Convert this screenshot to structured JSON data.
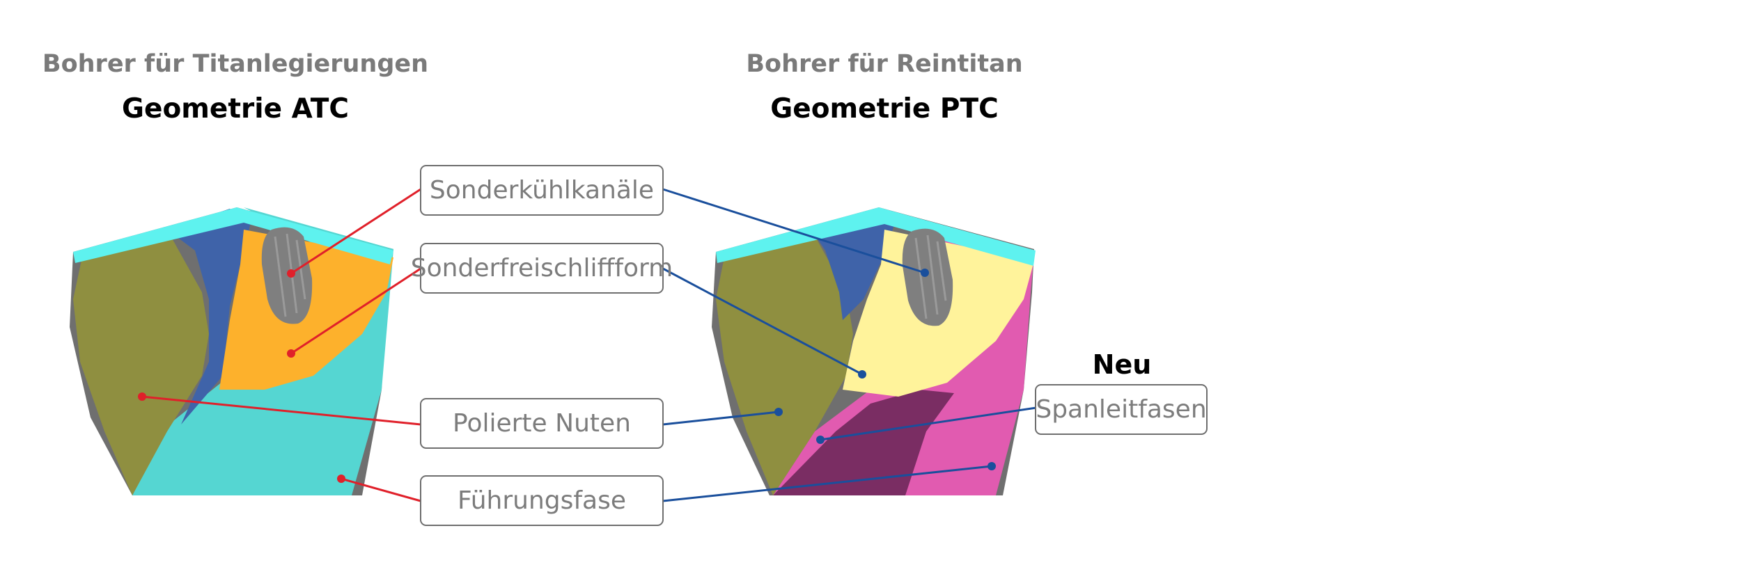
{
  "left_drill": {
    "subtitle": "Bohrer für Titanlegierungen",
    "title": "Geometrie ATC"
  },
  "right_drill": {
    "subtitle": "Bohrer für Reintitan",
    "title": "Geometrie PTC"
  },
  "callouts": {
    "coolant": "Sonderkühlkanäle",
    "relief": "Sonderfreischliffform",
    "flutes": "Polierte Nuten",
    "margin": "Führungsfase",
    "chip_chamfer": "Spanleitfasen",
    "new_badge": "Neu"
  },
  "colors": {
    "left_leader": "#e0202a",
    "right_leader": "#1a4f9c",
    "olive": "#8f8f40",
    "blue": "#3f63a9",
    "cyan_top": "#5ef2ef",
    "cyan_side": "#55d6d2",
    "orange": "#fdb12c",
    "pale_yellow": "#fff39b",
    "magenta": "#e15bb0",
    "dark_purple": "#7a2d63",
    "grey_channel": "#7f7f7f"
  }
}
